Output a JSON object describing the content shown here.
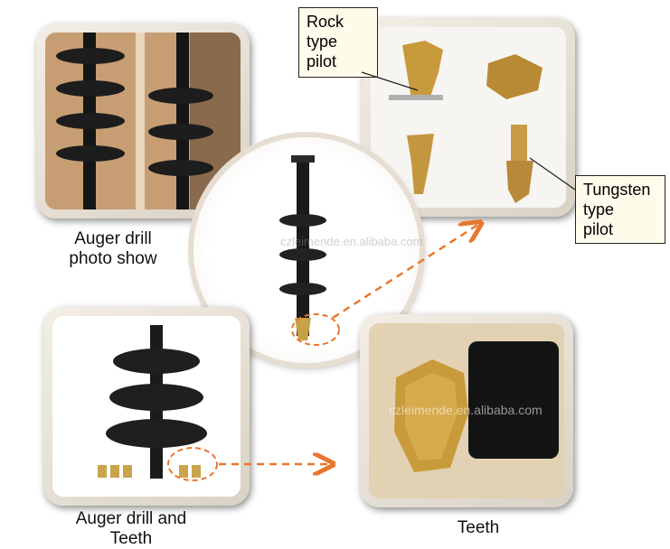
{
  "captions": {
    "auger_photo": "Auger drill\nphoto show",
    "auger_teeth": "Auger drill and\nTeeth",
    "teeth": "Teeth"
  },
  "callouts": {
    "rock": "Rock\ntype\npilot",
    "tungsten": "Tungsten\ntype\npilot"
  },
  "watermark": "czleimende.en.alibaba.com"
}
